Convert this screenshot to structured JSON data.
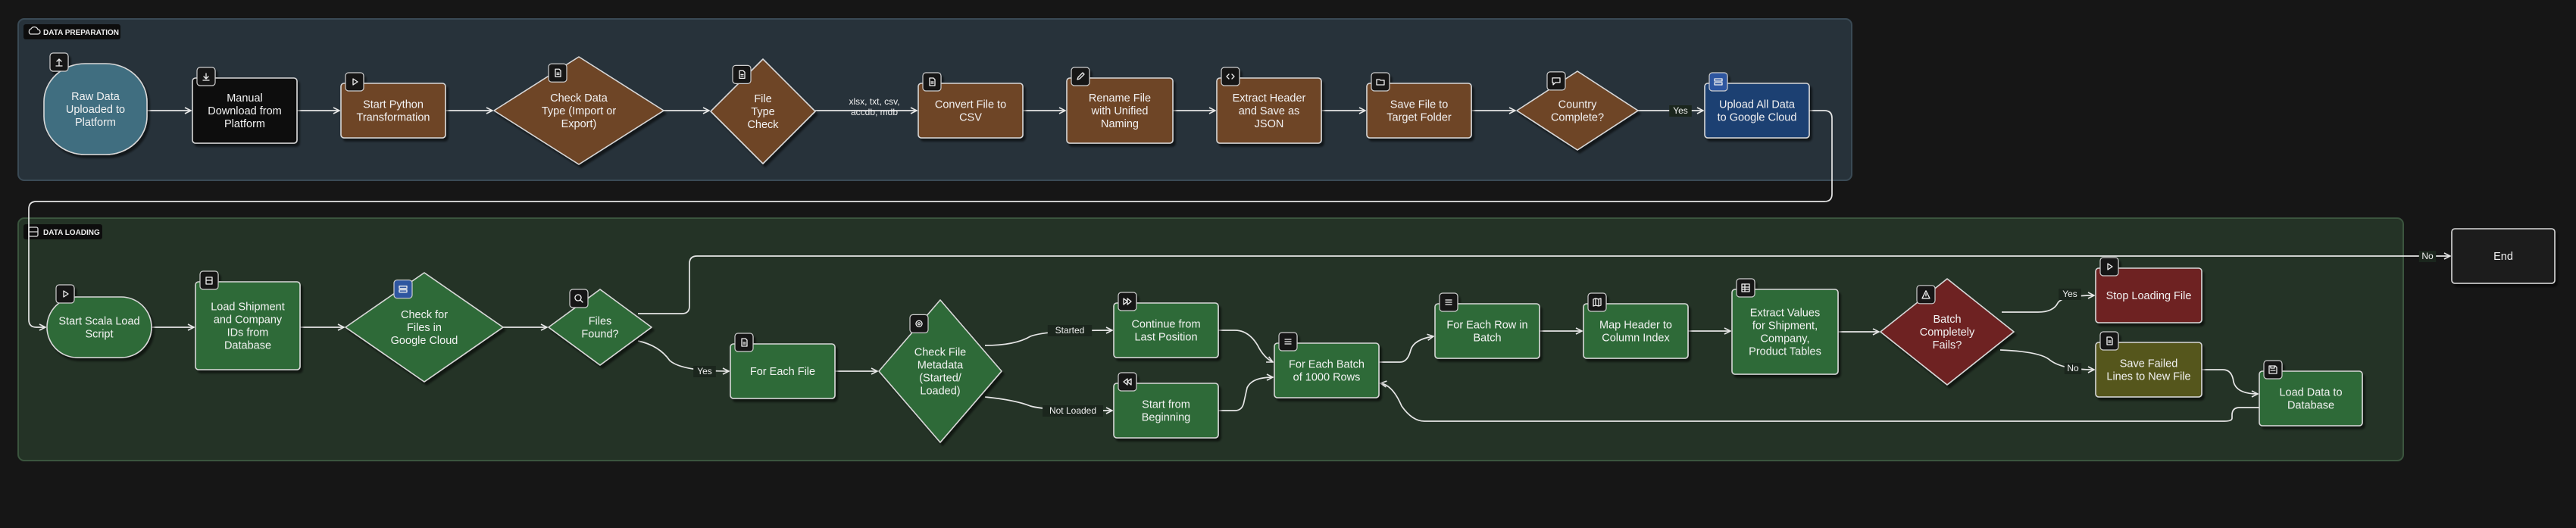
{
  "colors": {
    "background": "#161616",
    "prep_group_fill": "#27323a",
    "loading_group_fill": "#243326",
    "brown": "#6e4428",
    "green": "#2f6a38",
    "dark": "#111111",
    "blue_start": "#3f6e80",
    "navy": "#1f3f72",
    "red": "#6e2424",
    "olive": "#55561f",
    "end": "#1a1a1a",
    "edge": "#e6e6e6"
  },
  "groups": {
    "prep": {
      "label": "DATA PREPARATION",
      "icon": "cloud-upload-icon"
    },
    "loading": {
      "label": "DATA LOADING",
      "icon": "database-icon"
    }
  },
  "nodes": {
    "raw": {
      "text": "Raw Data Uploaded to Platform",
      "icon": "upload-icon"
    },
    "manual": {
      "text": "Manual Download from Platform",
      "icon": "download-icon"
    },
    "python": {
      "text": "Start Python Transformation",
      "icon": "play-icon"
    },
    "checktype": {
      "text": "Check Data Type (Import or Export)",
      "icon": "file-icon"
    },
    "filetype": {
      "text": "File Type Check",
      "icon": "file-icon"
    },
    "convert": {
      "text": "Convert File to CSV",
      "icon": "file-icon"
    },
    "rename": {
      "text": "Rename File with Unified Naming",
      "icon": "edit-icon"
    },
    "extract": {
      "text": "Extract Header and Save as JSON",
      "icon": "code-icon"
    },
    "save": {
      "text": "Save File to Target Folder",
      "icon": "folder-icon"
    },
    "country": {
      "text": "Country Complete?",
      "icon": "comment-icon"
    },
    "upload": {
      "text": "Upload All Data to Google Cloud",
      "icon": "storage-icon"
    },
    "scala": {
      "text": "Start Scala Load Script",
      "icon": "play-icon"
    },
    "loadids": {
      "text": "Load Shipment and Company IDs from Database",
      "icon": "database-icon"
    },
    "checkgc": {
      "text": "Check for Files in Google Cloud",
      "icon": "storage-icon"
    },
    "found": {
      "text": "Files Found?",
      "icon": "search-icon"
    },
    "each": {
      "text": "For Each File",
      "icon": "file-icon"
    },
    "meta": {
      "text": "Check File Metadata (Started/ Loaded)",
      "icon": "gear-icon"
    },
    "cont": {
      "text": "Continue from Last Position",
      "icon": "fast-forward-icon"
    },
    "begin": {
      "text": "Start from Beginning",
      "icon": "rewind-icon"
    },
    "batch": {
      "text": "For Each Batch of 1000 Rows",
      "icon": "list-icon"
    },
    "row": {
      "text": "For Each Row in Batch",
      "icon": "list-icon"
    },
    "map": {
      "text": "Map Header to Column Index",
      "icon": "map-icon"
    },
    "values": {
      "text": "Extract Values for Shipment, Company, Product Tables",
      "icon": "table-icon"
    },
    "fails": {
      "text": "Batch Completely Fails?",
      "icon": "warning-icon"
    },
    "stop": {
      "text": "Stop Loading File",
      "icon": "stop-icon"
    },
    "failed": {
      "text": "Save Failed Lines to New File",
      "icon": "file-icon"
    },
    "loaddb": {
      "text": "Load Data to Database",
      "icon": "save-icon"
    },
    "end": {
      "text": "End",
      "icon": ""
    }
  },
  "edge_labels": {
    "filetype_convert": "xlsx, txt, csv, accdb, mdb",
    "country_upload": "Yes",
    "found_end": "No",
    "found_each": "Yes",
    "meta_cont": "Started",
    "meta_begin": "Not Loaded",
    "fails_stop": "Yes",
    "fails_failed": "No"
  }
}
